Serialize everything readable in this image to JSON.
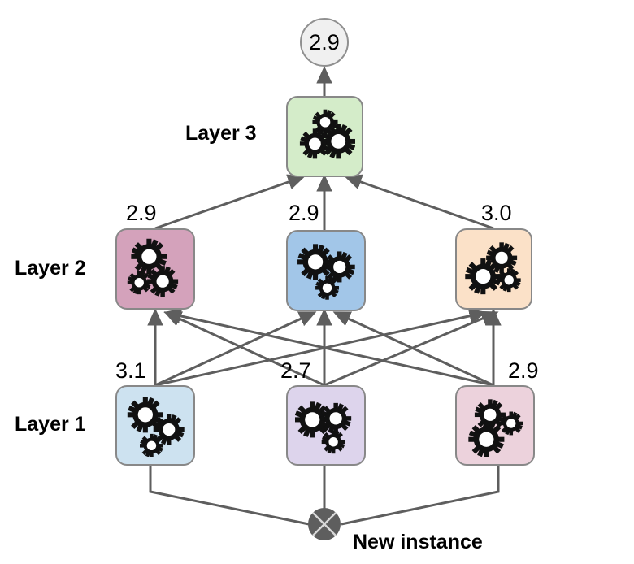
{
  "diagram": {
    "title_text": "",
    "edge_color": "#5e5e5e",
    "box_border_color": "#888888"
  },
  "output": {
    "name": "output-value",
    "value": "2.9",
    "fill": "#f0f0f0",
    "border": "#909090"
  },
  "layers": [
    {
      "id": "layer-3",
      "label": "Layer 3",
      "nodes": [
        {
          "id": "layer3-node-1",
          "value": "",
          "fill": "#d4ecc9",
          "icon": "gears-icon"
        }
      ]
    },
    {
      "id": "layer-2",
      "label": "Layer 2",
      "nodes": [
        {
          "id": "layer2-node-1",
          "value": "2.9",
          "fill": "#d4a2bb",
          "icon": "gears-icon"
        },
        {
          "id": "layer2-node-2",
          "value": "2.9",
          "fill": "#a2c6e8",
          "icon": "gears-icon"
        },
        {
          "id": "layer2-node-3",
          "value": "3.0",
          "fill": "#fbe1c8",
          "icon": "gears-icon"
        }
      ]
    },
    {
      "id": "layer-1",
      "label": "Layer 1",
      "nodes": [
        {
          "id": "layer1-node-1",
          "value": "3.1",
          "fill": "#cde2f0",
          "icon": "gears-icon"
        },
        {
          "id": "layer1-node-2",
          "value": "2.7",
          "fill": "#ddd4ec",
          "icon": "gears-icon"
        },
        {
          "id": "layer1-node-3",
          "value": "2.9",
          "fill": "#ecd2dc",
          "icon": "gears-icon"
        }
      ]
    }
  ],
  "instance": {
    "id": "new-instance-node",
    "label": "New instance",
    "icon": "crossed-circle-icon",
    "fill": "#5e5e5e"
  }
}
